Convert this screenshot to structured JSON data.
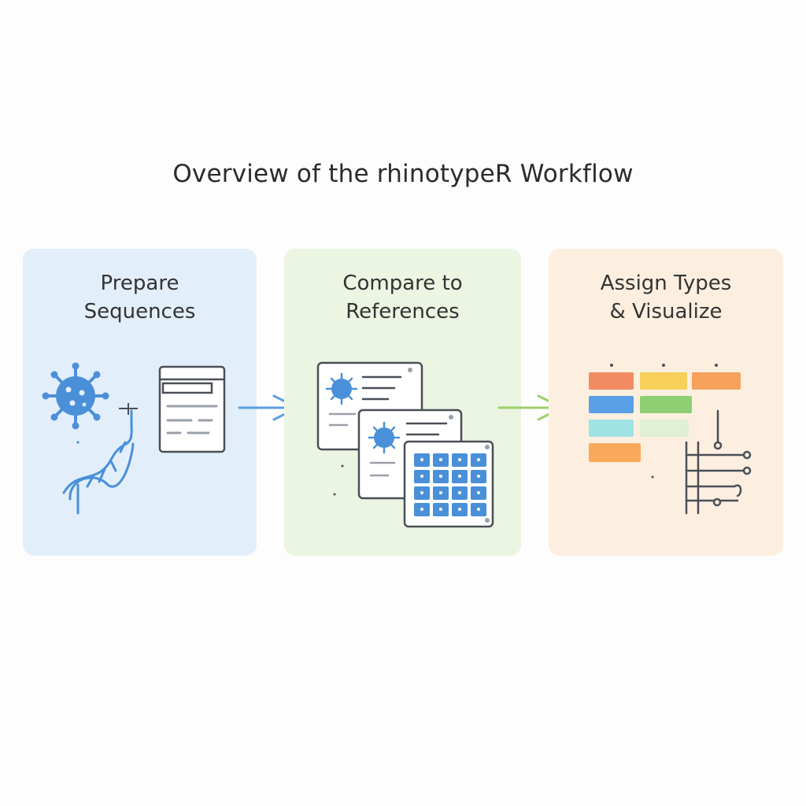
{
  "title": "Overview of the rhinotypeR Workflow",
  "steps": [
    {
      "line1": "Prepare",
      "line2": "Sequences"
    },
    {
      "line1": "Compare to",
      "line2": "References"
    },
    {
      "line1": "Assign Types",
      "line2": "& Visualize"
    }
  ],
  "colors": {
    "panel_blue": "#e3eefb",
    "panel_green": "#ebf5e2",
    "panel_orange": "#fcefe0",
    "icon_blue": "#4a90d9",
    "arrow_blue": "#5aa0e6",
    "arrow_green": "#9bd16a",
    "outline": "#4a4f57"
  },
  "icons": {
    "panel1": [
      "virus-icon",
      "dna-helix-icon",
      "document-icon"
    ],
    "panel2": [
      "document-stack-icon",
      "grid-matrix-icon"
    ],
    "panel3": [
      "color-bars-icon",
      "tree-diagram-icon"
    ]
  }
}
